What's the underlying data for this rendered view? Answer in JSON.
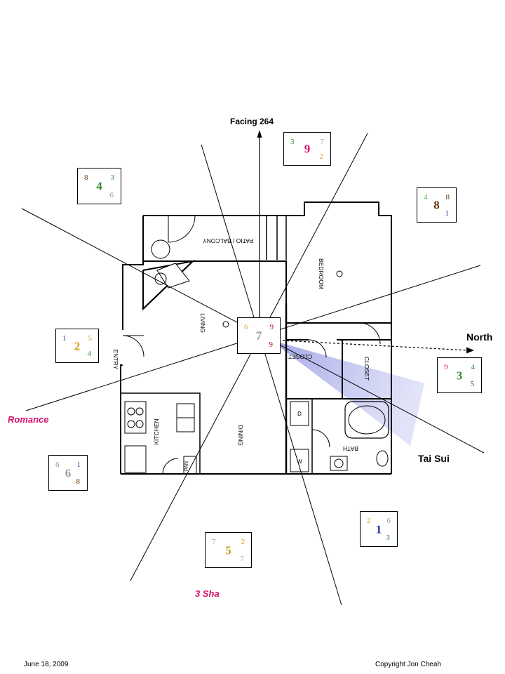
{
  "labels": {
    "facing": "Facing 264",
    "north": "North",
    "tai_sui": "Tai Sui",
    "romance": "Romance",
    "three_sha": "3 Sha",
    "date": "June 18, 2009",
    "copyright": "Copyright Jon Cheah"
  },
  "rooms": {
    "patio": "PATIO / BALCONY",
    "bedroom": "BEDROOM",
    "living": "LIVING",
    "entry": "ENTRY",
    "closet1": "CLOSET",
    "closet2": "CLOSET",
    "kitchen": "KITCHEN",
    "dining": "DINING",
    "bath": "BATH",
    "pan": "PAN",
    "dryer": "D",
    "washer": "W"
  },
  "flying_stars": [
    {
      "id": "south",
      "tl": "3",
      "tr": "7",
      "center": "9",
      "br": "2",
      "tl_color": "#2e8b2e",
      "tr_color": "#9a9a9a",
      "center_color": "#d6136b",
      "br_color": "#d59a12"
    },
    {
      "id": "southwest",
      "tl": "8",
      "tr": "3",
      "center": "4",
      "br": "6",
      "tl_color": "#6b3a10",
      "tr_color": "#2e8b2e",
      "center_color": "#2e8b2e",
      "br_color": "#9a9a9a"
    },
    {
      "id": "west",
      "tl": "4",
      "tr": "8",
      "center": "8",
      "br": "1",
      "tl_color": "#4fb845",
      "tr_color": "#6b3a10",
      "center_color": "#6b3a10",
      "br_color": "#2b3aa8"
    },
    {
      "id": "east",
      "tl": "1",
      "tr": "5",
      "center": "2",
      "br": "4",
      "tl_color": "#2b3aa8",
      "tr_color": "#d59a12",
      "center_color": "#d59a12",
      "br_color": "#2e8b2e"
    },
    {
      "id": "center",
      "tl": "6",
      "tr": "9",
      "center": "7",
      "br": "9",
      "tl_color": "#e0a030",
      "tr_color": "#b0106a",
      "center_color": "#9a9a9a",
      "br_color": "#b01020"
    },
    {
      "id": "north",
      "tl": "9",
      "tr": "4",
      "center": "3",
      "br": "5",
      "tl_color": "#d6136b",
      "tr_color": "#2e8b2e",
      "center_color": "#2e8b2e",
      "br_color": "#6b3a10"
    },
    {
      "id": "southeast",
      "tl": "6",
      "tr": "1",
      "center": "6",
      "br": "8",
      "tl_color": "#9a9a9a",
      "tr_color": "#2b3aa8",
      "center_color": "#9a9a9a",
      "br_color": "#6b3a10"
    },
    {
      "id": "northeast",
      "tl": "7",
      "tr": "2",
      "center": "5",
      "br": "7",
      "tl_color": "#9a9a9a",
      "tr_color": "#d59a12",
      "center_color": "#c8a020",
      "br_color": "#b0b0b0"
    },
    {
      "id": "northwest",
      "tl": "2",
      "tr": "6",
      "center": "1",
      "br": "3",
      "tl_color": "#d59a12",
      "tr_color": "#9a9a9a",
      "center_color": "#2b3aa8",
      "br_color": "#2e8b2e"
    }
  ],
  "colors": {
    "accent": "#d6136b",
    "sector_fill": "#c7c9ef",
    "line": "#000000"
  }
}
